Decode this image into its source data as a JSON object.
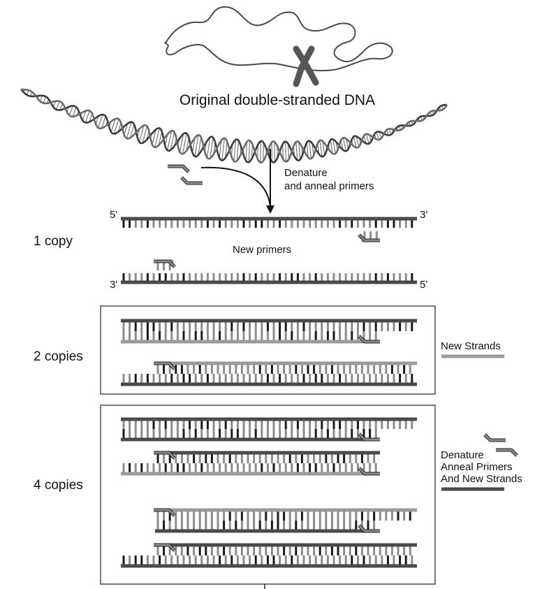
{
  "title": "Original double-stranded DNA",
  "step": {
    "line1": "Denature",
    "line2": "and anneal primers"
  },
  "ends": {
    "top_left": "5'",
    "top_right": "3'",
    "bottom_left": "3'",
    "bottom_right": "5'"
  },
  "new_primers_label": "New primers",
  "rows": {
    "one": "1 copy",
    "two": "2 copies",
    "four": "4 copies"
  },
  "legend": {
    "new_strands": "New Strands",
    "line1": "Denature",
    "line2": "Anneal Primers",
    "line3": "And New Strands"
  },
  "colors": {
    "old_strand": "#4a4a4a",
    "new_strand": "#9a9a9a",
    "rung_dark": "#1a1a1a",
    "rung_light": "#8c8c8c",
    "primer": "#8a8a8a",
    "frame": "#222222"
  },
  "icons": [
    "dna-helix-icon",
    "chromosome-icon",
    "primer-icon",
    "arrow-icon"
  ]
}
